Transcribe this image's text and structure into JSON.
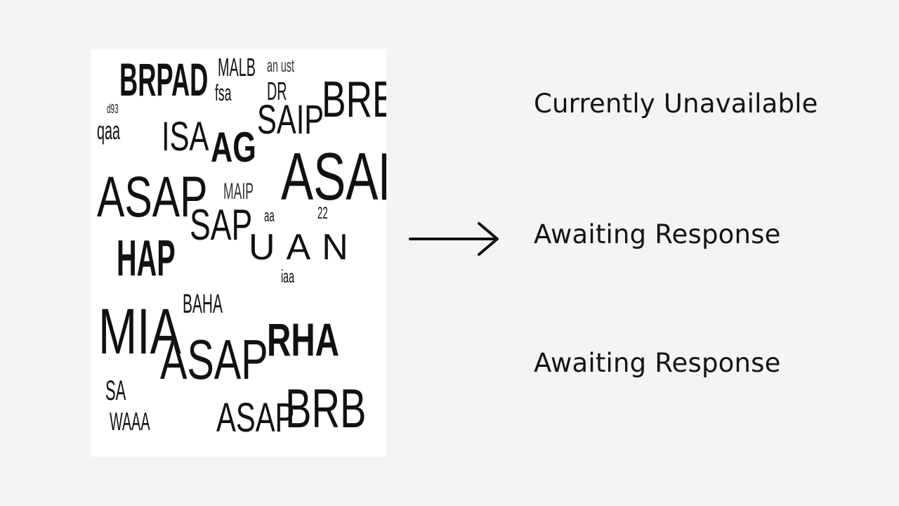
{
  "collage": {
    "words": [
      "BRPAD",
      "MALB",
      "an ust",
      "BRB",
      "SAIP",
      "ISA",
      "AG",
      "ASAP",
      "ASAP",
      "SAP",
      "MAIP",
      "HAP",
      "UAN",
      "MIA",
      "ASAP",
      "BAHA",
      "RHA",
      "SA",
      "ASAP",
      "BRB",
      "fsa",
      "DR",
      "d93",
      "qaa",
      "aa",
      "22",
      "iaa",
      "WAAA"
    ]
  },
  "labels": {
    "line1": "Currently Unavailable",
    "line2": "Awaiting Response",
    "line3": "Awaiting Response"
  },
  "icons": {
    "arrow": "right-arrow-icon"
  },
  "colors": {
    "background": "#f4f4f4",
    "ink": "#111111"
  }
}
